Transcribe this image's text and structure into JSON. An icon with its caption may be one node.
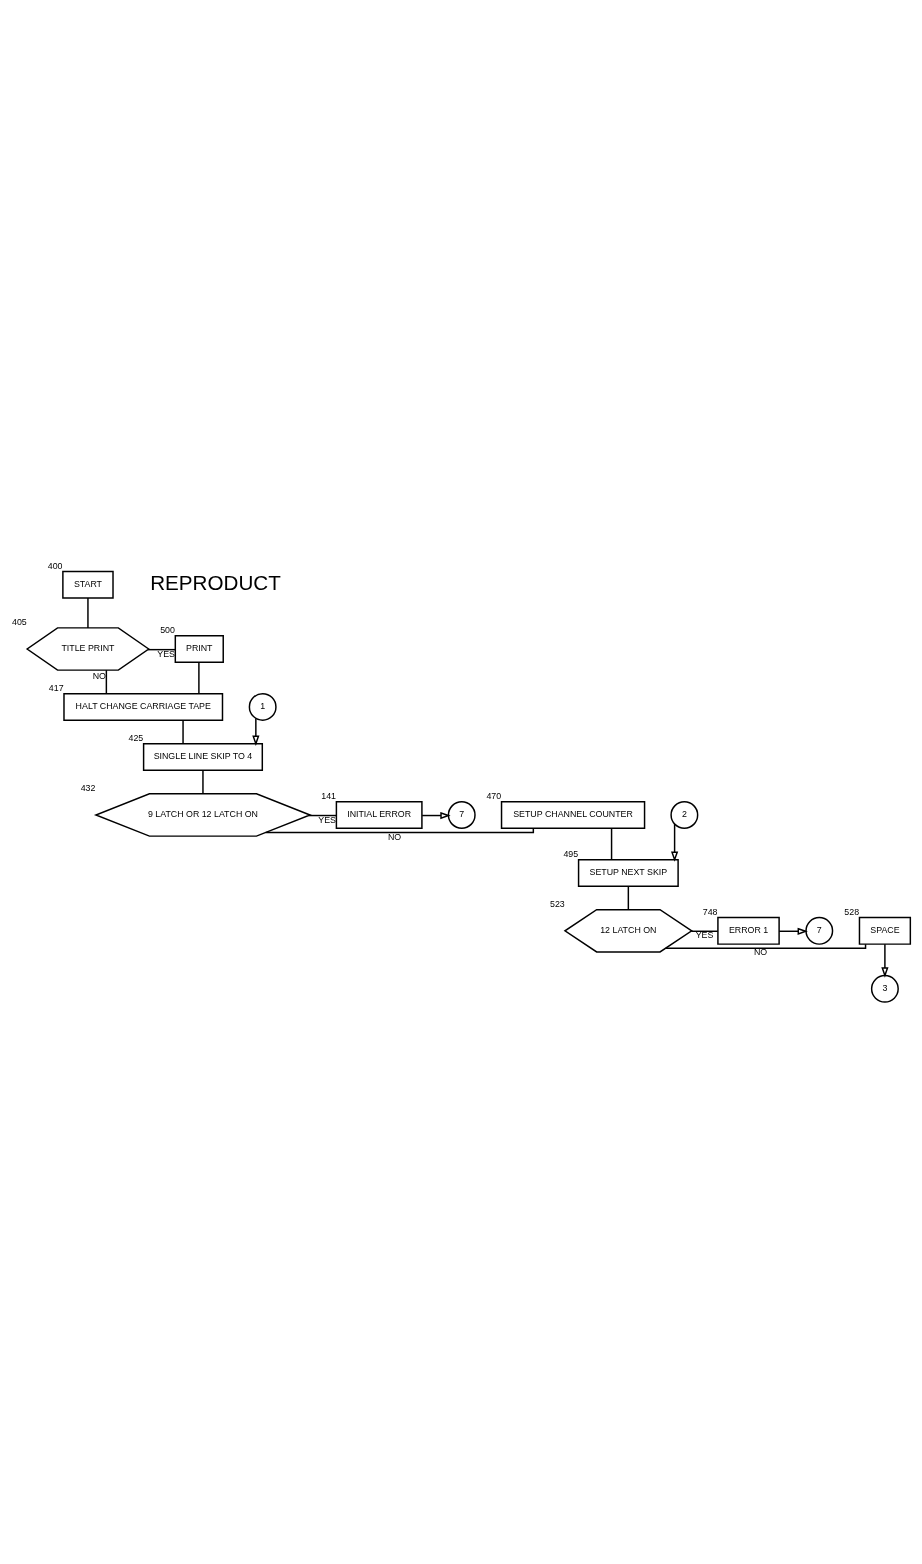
{
  "diagram": {
    "nodes": [
      {
        "text": [
          "START"
        ],
        "beside": [
          "400"
        ]
      },
      {
        "text": [
          "TITLE PRINT"
        ],
        "beside": [
          "405"
        ]
      },
      {
        "text": [
          "PRINT"
        ],
        "beside": [
          "500"
        ]
      },
      {
        "text": [
          "HALT CHANGE CARRIAGE TAPE"
        ],
        "beside": [
          "417"
        ]
      },
      {
        "text": [
          "1"
        ]
      },
      {
        "text": [
          "SINGLE LINE SKIP TO 4"
        ],
        "beside": [
          "425"
        ]
      },
      {
        "text": [
          "9 LATCH OR 12 LATCH ON"
        ],
        "beside": [
          "432"
        ]
      },
      {
        "text": [
          "SETUP CHANNEL COUNTER"
        ],
        "beside": [
          "470"
        ]
      },
      {
        "text": [
          "2"
        ]
      },
      {
        "text": [
          "INITIAL ERROR"
        ],
        "beside": [
          "141"
        ]
      },
      {
        "text": [
          "7"
        ]
      },
      {
        "text": [
          "SETUP NEXT SKIP"
        ],
        "beside": [
          "495"
        ]
      },
      {
        "text": [
          "12 LATCH ON"
        ],
        "beside": [
          "523"
        ]
      },
      {
        "text": [
          "SPACE"
        ],
        "beside": [
          "528"
        ]
      },
      {
        "text": [
          "ERROR 1"
        ],
        "beside": [
          "748"
        ]
      },
      {
        "text": [
          "7"
        ]
      },
      {
        "text": [
          "3"
        ]
      }
    ],
    "edges": [
      {
        "from": 0,
        "to": 1,
        "arrow": "none"
      },
      {
        "from": 1,
        "to": 3,
        "arrow": "none",
        "label": "NO"
      },
      {
        "from": 1,
        "to": 2,
        "arrow": "none",
        "label": "YES"
      },
      {
        "from": 2,
        "to": 3,
        "arrow": "none"
      },
      {
        "from": 3,
        "to": 5,
        "arrow": "none"
      },
      {
        "from": 4,
        "to": 5,
        "arrow": "to"
      },
      {
        "from": 5,
        "to": 6,
        "arrow": "none"
      },
      {
        "from": 6,
        "to": 7,
        "arrow": "none",
        "label": "NO"
      },
      {
        "from": 6,
        "to": 9,
        "arrow": "none",
        "label": "YES"
      },
      {
        "from": 7,
        "to": 11,
        "arrow": "none"
      },
      {
        "from": 8,
        "to": 11,
        "arrow": "to"
      },
      {
        "from": 9,
        "to": 10,
        "arrow": "to"
      },
      {
        "from": 11,
        "to": 12,
        "arrow": "none"
      },
      {
        "from": 12,
        "to": 13,
        "arrow": "none",
        "label": "NO"
      },
      {
        "from": 12,
        "to": 14,
        "arrow": "none",
        "label": "YES"
      },
      {
        "from": 14,
        "to": 15,
        "arrow": "to"
      },
      {
        "from": 13,
        "to": 16,
        "arrow": "to"
      }
    ],
    "labels": [
      "REPRODUCT"
    ]
  }
}
